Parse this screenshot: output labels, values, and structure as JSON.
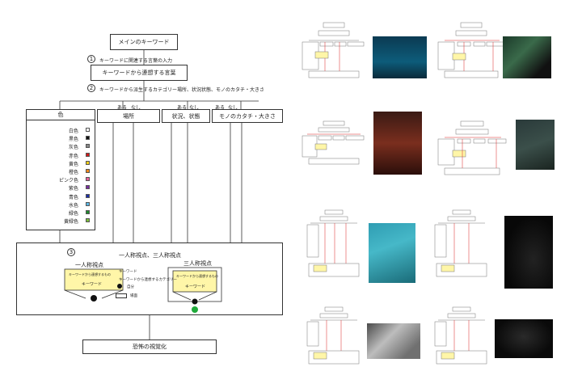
{
  "diagram": {
    "main_keyword": "メインのキーワード",
    "step1_num": "1",
    "step1_text": "キーワードに関連する言葉の入力",
    "associated_words": "キーワードから連想する言葉",
    "step2_num": "2",
    "step2_text": "キーワードから派生するカテゴリー場所、状況状態、モノのカタチ・大きさ",
    "color_header": "色",
    "place_header": "場所",
    "state_header": "状況、状態",
    "shape_header": "モノのカタチ・大きさ",
    "aru": "ある",
    "nashi": "なし",
    "colors": [
      {
        "label": "白色",
        "color": "#ffffff"
      },
      {
        "label": "黒色",
        "color": "#111111"
      },
      {
        "label": "灰色",
        "color": "#888888"
      },
      {
        "label": "赤色",
        "color": "#d11a1a"
      },
      {
        "label": "黄色",
        "color": "#f2d019"
      },
      {
        "label": "橙色",
        "color": "#f08a1c"
      },
      {
        "label": "ピンク色",
        "color": "#e8609a"
      },
      {
        "label": "紫色",
        "color": "#7a2fa0"
      },
      {
        "label": "青色",
        "color": "#1d2fa8"
      },
      {
        "label": "水色",
        "color": "#5cb8e6"
      },
      {
        "label": "緑色",
        "color": "#1f8a2e"
      },
      {
        "label": "黄緑色",
        "color": "#7cc13a"
      }
    ],
    "step3_num": "3",
    "pov_title": "一人称視点、三人称視点",
    "first_person": "一人称視点",
    "third_person": "三人称視点",
    "fan_text": "キーワードから連想するもの",
    "fan_keyword": "キーワード",
    "legend_keyword": "キーワード",
    "legend_assoc": "キーワードから連想するカテゴリー",
    "legend_self": "自分",
    "legend_scene": "場面",
    "final_box": "恐怖の視覚化"
  }
}
